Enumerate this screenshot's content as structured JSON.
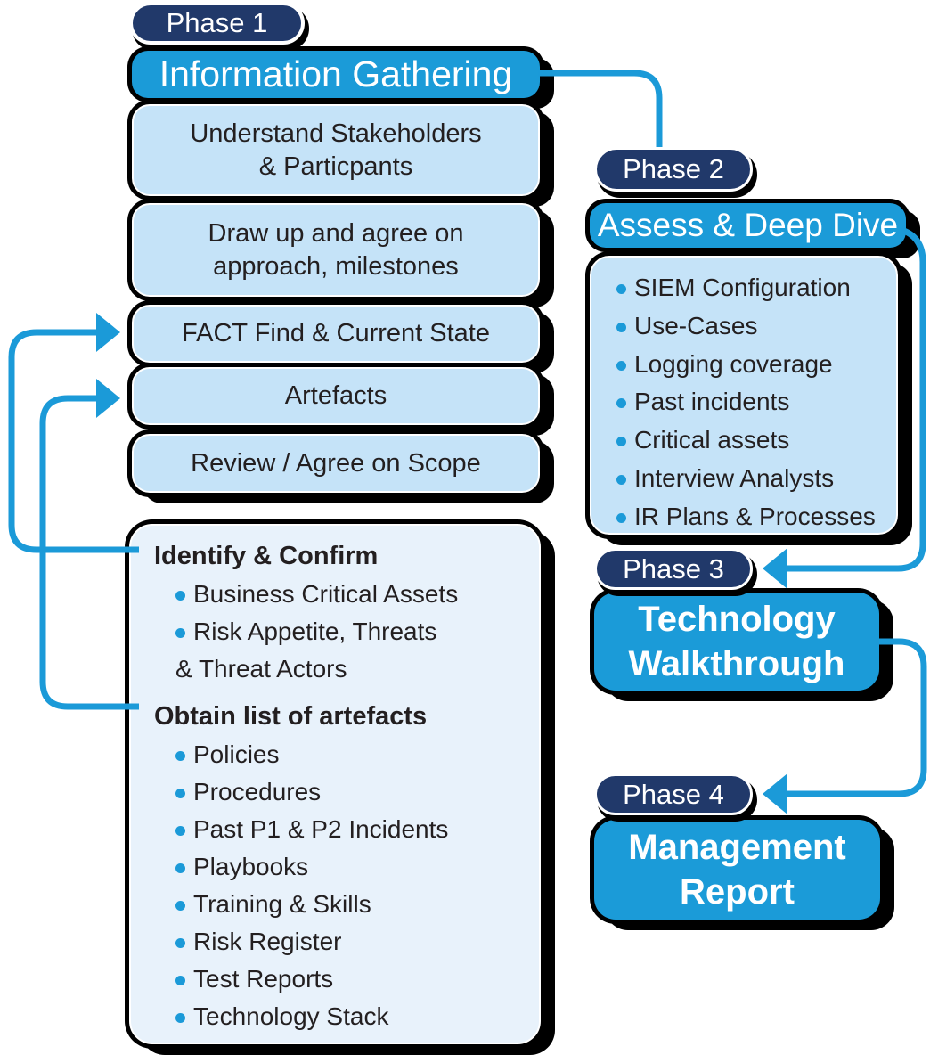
{
  "colors": {
    "bright_blue": "#1b9bd8",
    "navy": "#21396a",
    "light_blue": "#c5e3f8",
    "pale_blue": "#e8f2fb",
    "arrow_blue": "#1b9ad8",
    "shadow_black": "#000000",
    "text_dark": "#231f20",
    "text_white": "#ffffff"
  },
  "phase1": {
    "pill": "Phase 1",
    "header": "Information Gathering",
    "steps": [
      "Understand Stakeholders\n& Particpants",
      "Draw up and agree on\napproach, milestones",
      "FACT Find & Current State",
      "Artefacts",
      "Review / Agree on Scope"
    ],
    "detail": {
      "section1": {
        "heading": "Identify & Confirm",
        "items": [
          "Business Critical Assets",
          "Risk Appetite, Threats\n& Threat Actors"
        ]
      },
      "section2": {
        "heading": "Obtain list of artefacts",
        "items": [
          "Policies",
          "Procedures",
          "Past P1 & P2 Incidents",
          "Playbooks",
          "Training & Skills",
          "Risk Register",
          "Test Reports",
          "Technology Stack"
        ]
      }
    }
  },
  "phase2": {
    "pill": "Phase 2",
    "header": "Assess & Deep Dive",
    "items": [
      "SIEM Configuration",
      "Use-Cases",
      "Logging coverage",
      "Past incidents",
      "Critical assets",
      "Interview Analysts",
      "IR Plans & Processes"
    ]
  },
  "phase3": {
    "pill": "Phase 3",
    "title": "Technology\nWalkthrough"
  },
  "phase4": {
    "pill": "Phase 4",
    "title": "Management\nReport"
  }
}
